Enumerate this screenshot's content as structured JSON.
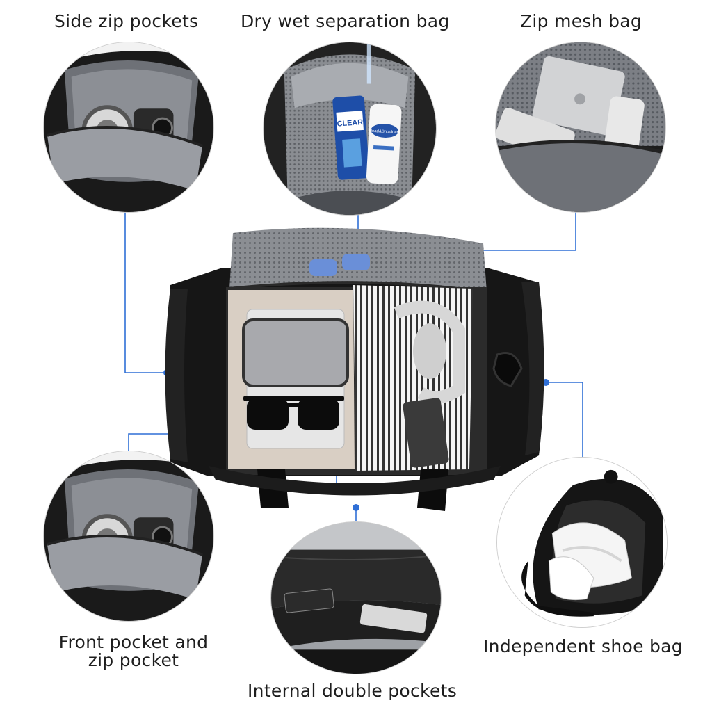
{
  "labels": {
    "side_zip": "Side zip pockets",
    "dry_wet": "Dry wet  separation bag",
    "zip_mesh": "Zip mesh bag",
    "front_pocket_line1": "Front pocket and",
    "front_pocket_line2": "zip pocket",
    "internal_double": "Internal double pockets",
    "shoe_bag": "Independent shoe bag"
  },
  "product_text": {
    "bottle_1": "CLEAR",
    "bottle_2": "Head&Shoulders"
  },
  "colors": {
    "accent": "#2f6fd6",
    "bag_black": "#161616",
    "lining_gray": "#7b7e84",
    "text": "#1e1e1e"
  }
}
